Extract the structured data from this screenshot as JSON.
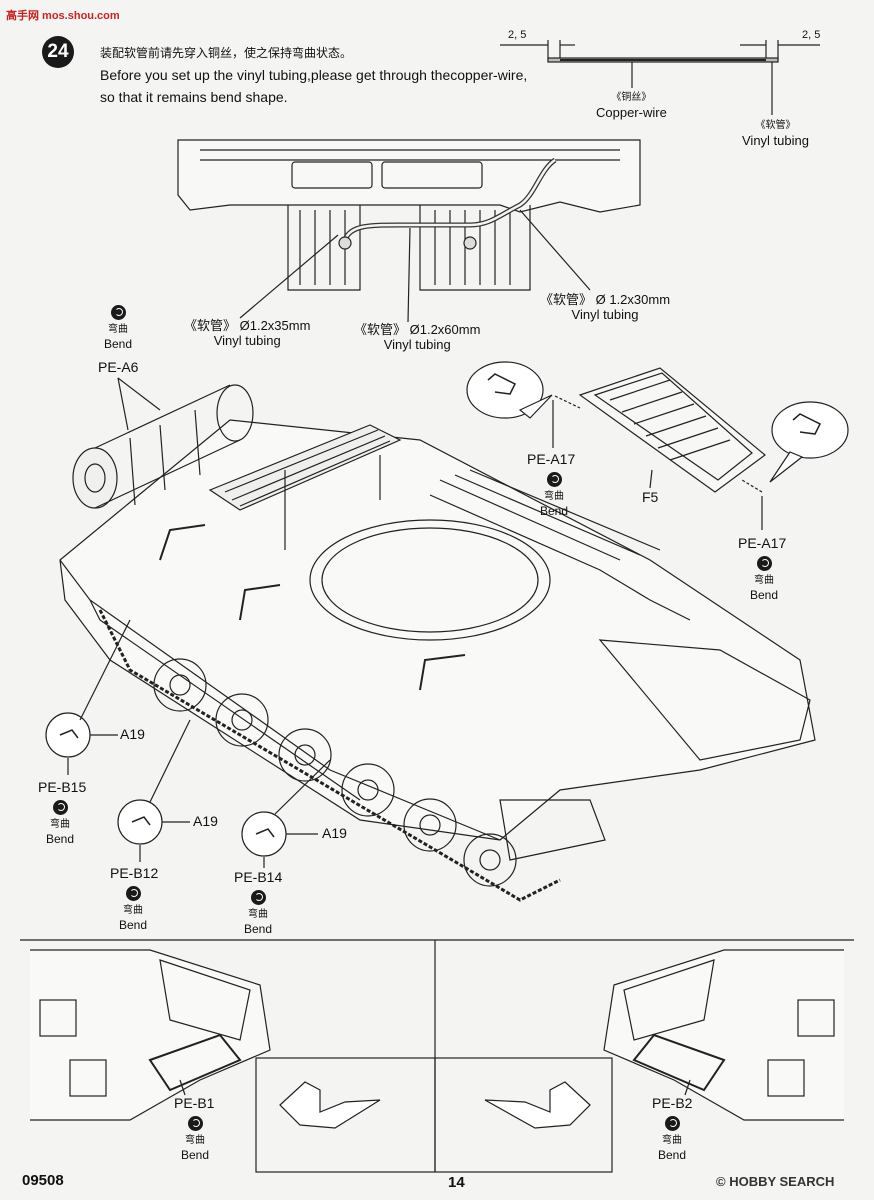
{
  "header_logo": "高手网 mos.shou.com",
  "step": {
    "number": "24",
    "instruction_cn": "装配软管前请先穿入铜丝，使之保持弯曲状态。",
    "instruction_en_1": "Before you set up the vinyl tubing,please get through thecopper-wire,",
    "instruction_en_2": "so that it remains bend shape."
  },
  "dimension_left": "2, 5",
  "dimension_right": "2, 5",
  "copper_wire": {
    "cn": "《铜丝》",
    "en": "Copper-wire"
  },
  "vinyl_top": {
    "cn": "《软管》",
    "en": "Vinyl tubing"
  },
  "tubing_35": {
    "spec": "《软管》 Ø1.2x35mm",
    "en": "Vinyl tubing"
  },
  "tubing_60": {
    "spec": "《软管》 Ø1.2x60mm",
    "en": "Vinyl tubing"
  },
  "tubing_30": {
    "spec": "《软管》 Ø 1.2x30mm",
    "en": "Vinyl tubing"
  },
  "bend": {
    "cn": "弯曲",
    "en": "Bend"
  },
  "parts": {
    "pe_a6": "PE-A6",
    "pe_a17_left": "PE-A17",
    "pe_a17_right": "PE-A17",
    "f5": "F5",
    "a19_1": "A19",
    "a19_2": "A19",
    "a19_3": "A19",
    "pe_b15": "PE-B15",
    "pe_b12": "PE-B12",
    "pe_b14": "PE-B14",
    "pe_b1": "PE-B1",
    "pe_b2": "PE-B2"
  },
  "footer": {
    "code": "09508",
    "page": "14",
    "watermark": "© HOBBY SEARCH"
  }
}
